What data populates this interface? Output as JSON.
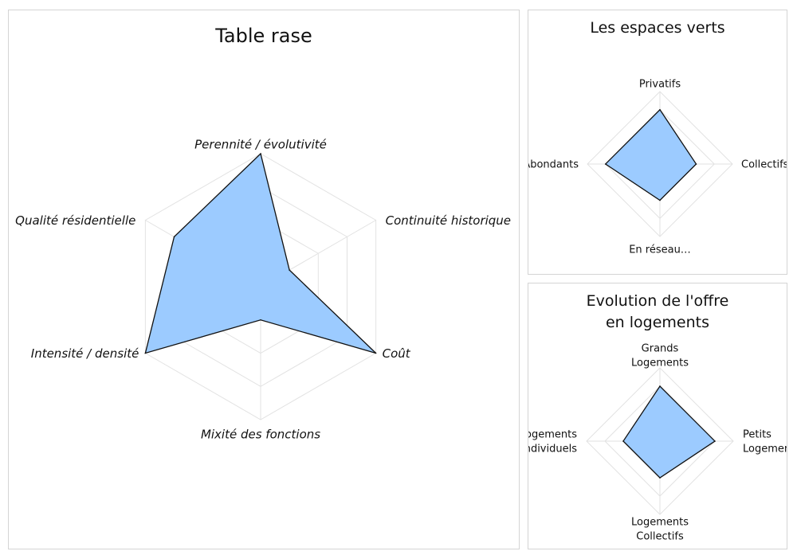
{
  "chart_data": [
    {
      "id": "main",
      "type": "radar",
      "title": "Table rase",
      "max": 4,
      "axes": [
        {
          "label": [
            "Perennité / évolutivité"
          ],
          "value": 4
        },
        {
          "label": [
            "Continuité historique"
          ],
          "value": 1
        },
        {
          "label": [
            "Coût"
          ],
          "value": 4
        },
        {
          "label": [
            "Mixité des fonctions"
          ],
          "value": 1
        },
        {
          "label": [
            "Intensité / densité"
          ],
          "value": 4
        },
        {
          "label": [
            "Qualité résidentielle"
          ],
          "value": 3
        }
      ],
      "label_style": "italic",
      "fill_color": "#9ccbff",
      "stroke_color": "#111111"
    },
    {
      "id": "green",
      "type": "radar",
      "title": [
        "Les espaces verts"
      ],
      "max": 4,
      "axes": [
        {
          "label": [
            "Privatifs"
          ],
          "value": 3
        },
        {
          "label": [
            "Collectifs"
          ],
          "value": 2
        },
        {
          "label": [
            "En réseau…"
          ],
          "value": 2
        },
        {
          "label": [
            "Abondants"
          ],
          "value": 3
        }
      ],
      "label_style": "normal",
      "fill_color": "#9ccbff",
      "stroke_color": "#111111"
    },
    {
      "id": "housing",
      "type": "radar",
      "title": [
        "Evolution de l'offre",
        "en logements"
      ],
      "max": 4,
      "axes": [
        {
          "label": [
            "Grands",
            "Logements"
          ],
          "value": 3
        },
        {
          "label": [
            "Petits",
            "Logements"
          ],
          "value": 3
        },
        {
          "label": [
            "Logements",
            "Collectifs"
          ],
          "value": 2
        },
        {
          "label": [
            "Logements",
            "individuels"
          ],
          "value": 2
        }
      ],
      "label_style": "normal",
      "fill_color": "#9ccbff",
      "stroke_color": "#111111"
    }
  ]
}
